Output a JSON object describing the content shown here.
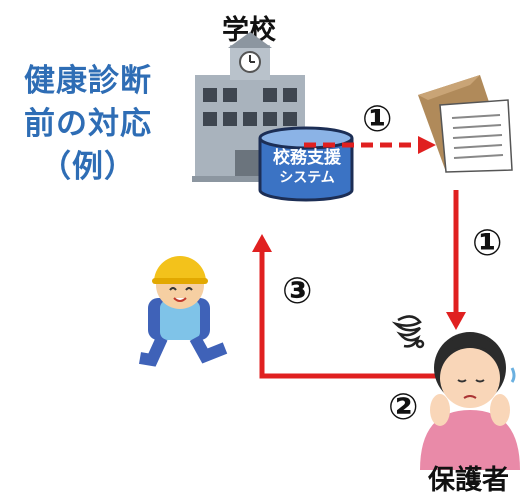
{
  "title": {
    "line1": "健康診断",
    "line2": "前の対応",
    "line3": "（例）"
  },
  "labels": {
    "school": "学校",
    "guardian": "保護者"
  },
  "system": {
    "line1": "校務支援",
    "line2": "システム"
  },
  "steps": {
    "s1a": "①",
    "s1b": "①",
    "s2": "②",
    "s3": "③"
  },
  "colors": {
    "title": "#2e6db5",
    "arrow": "#e02020",
    "system_fill": "#3b73c4"
  }
}
